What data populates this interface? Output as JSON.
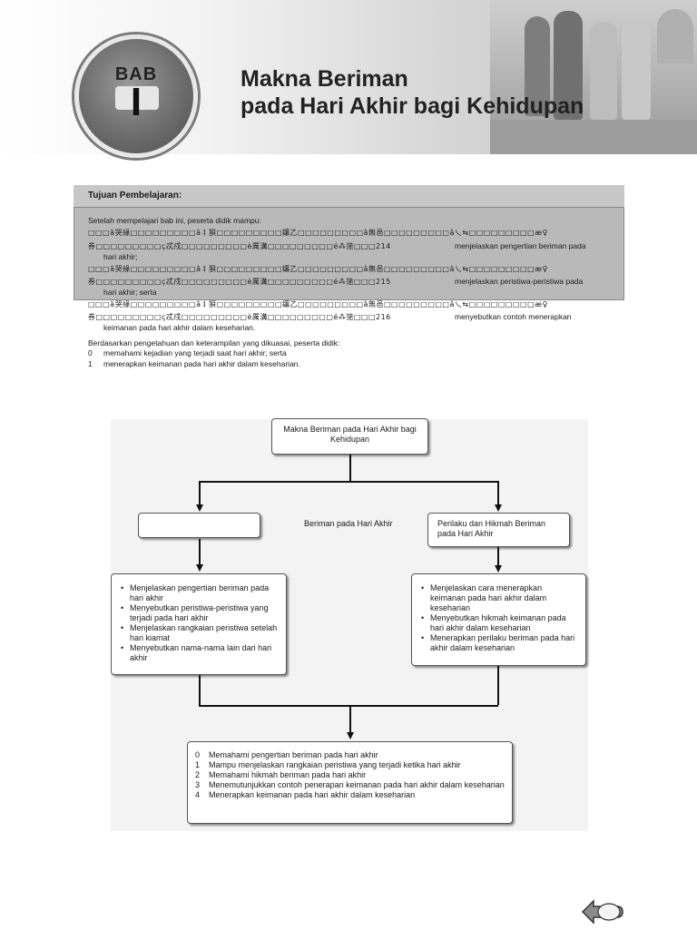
{
  "header": {
    "bab_label": "BAB",
    "bab_number": "I",
    "title_line1": "Makna Beriman",
    "title_line2": "pada Hari Akhir bagi Kehidupan"
  },
  "objectives": {
    "title": "Tujuan Pembelajaran:",
    "intro": "Setelah mempelajari bab ini, peserta didik mampu:",
    "garbled_line_a": "□□□â哭緣□□□□□□□□□â丬狽□□□□□□□□□鑲乙□□□□□□□□□â無邑□□□□□□□□□â乀⇆□□□□□□□□□æ♀",
    "items": [
      {
        "garbled": "券□□□□□□□□□ç忒戍□□□□□□□□□è厲溝□□□□□□□□□é⁂筂□□□214",
        "text": "menjelaskan pengertian beriman pada",
        "cont": "hari akhir;"
      },
      {
        "garbled": "券□□□□□□□□□ç忒戍□□□□□□□□□è厲溝□□□□□□□□□é⁂筂□□□215",
        "text": "menjelaskan peristiwa-peristiwa pada",
        "cont": "hari akhir; serta"
      },
      {
        "garbled": "券□□□□□□□□□ç忒戍□□□□□□□□□è厲溝□□□□□□□□□é⁂筂□□□216",
        "text": "menyebutkan contoh menerapkan",
        "cont": "keimanan pada hari akhir dalam keseharian."
      }
    ],
    "skills_intro": "Berdasarkan pengetahuan dan keterampilan yang dikuasai, peserta didik:",
    "skills": [
      {
        "num": "0",
        "text": "memahami kejadian yang terjadi saat hari akhir; serta"
      },
      {
        "num": "1",
        "text": "menerapkan keimanan pada hari akhir dalam keseharian."
      }
    ]
  },
  "flowchart": {
    "root": "Makna Beriman pada Hari Akhir bagi Kehidupan",
    "left_head": "",
    "middle_label": "Beriman pada Hari Akhir",
    "right_head": "Perilaku dan Hikmah Beriman pada Hari Akhir",
    "left_items": [
      "Menjelaskan pengertian beriman pada hari akhir",
      "Menyebutkan peristiwa-peristiwa yang terjadi pada hari akhir",
      "Menjelaskan rangkaian peristiwa setelah hari kiamat",
      "Menyebutkan nama-nama lain dari hari akhir"
    ],
    "right_items": [
      "Menjelaskan cara menerapkan keimanan pada hari akhir dalam keseharian",
      "Menyebutkan hikmah keimanan pada hari akhir dalam keseharian",
      "Menerapkan perilaku beriman pada hari akhir dalam keseharian"
    ],
    "outcomes": [
      {
        "num": "0",
        "text": "Memahami pengertian beriman pada hari akhir"
      },
      {
        "num": "1",
        "text": "Mampu menjelaskan rangkaian peristiwa yang terjadi ketika hari akhir"
      },
      {
        "num": "2",
        "text": "Memahami hikmah beriman pada hari akhir"
      },
      {
        "num": "3",
        "text": "Menemutunjukkan contoh penerapan keimanan pada hari akhir dalam keseharian"
      },
      {
        "num": "4",
        "text": "Menerapkan keimanan pada hari akhir dalam keseharian"
      }
    ]
  },
  "colors": {
    "accent_gray": "#6d6d6d",
    "box_border": "#555555"
  },
  "icons": {
    "nav": "page-turn-arrow-icon"
  }
}
